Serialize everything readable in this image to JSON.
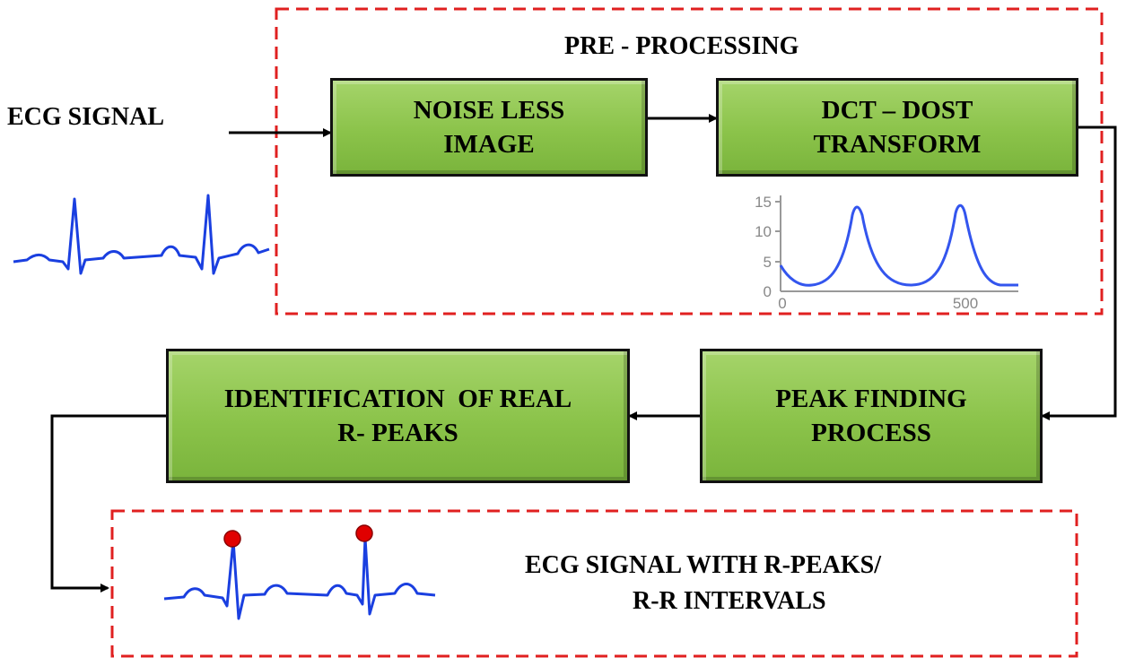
{
  "labels": {
    "ecg_signal": "ECG SIGNAL",
    "pre_processing": "PRE - PROCESSING",
    "output_line1": "ECG SIGNAL WITH  R-PEAKS/",
    "output_line2": "R-R INTERVALS"
  },
  "blocks": {
    "noise_less": {
      "line1": "NOISE LESS",
      "line2": "IMAGE"
    },
    "dct_dost": {
      "line1": "DCT – DOST",
      "line2": "TRANSFORM"
    },
    "peak_finding": {
      "line1": "PEAK FINDING",
      "line2": "PROCESS"
    },
    "identification": {
      "line1": "IDENTIFICATION  OF REAL",
      "line2": "R- PEAKS"
    }
  },
  "spectrum_plot": {
    "y_ticks": [
      "15",
      "10",
      "5",
      "0"
    ],
    "x_ticks": [
      "0",
      "500"
    ]
  },
  "colors": {
    "block_fill": "#8bc34a",
    "dashed_border": "#e02020",
    "signal": "#1a3fe0",
    "peak_marker": "#e00000"
  }
}
